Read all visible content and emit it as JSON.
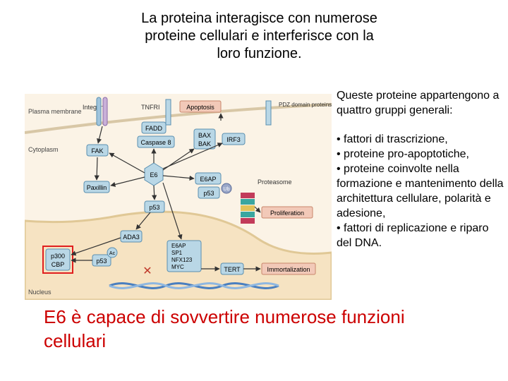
{
  "title": "La proteina interagisce con numerose proteine cellulari e interferisce con la loro funzione.",
  "side": {
    "intro": "Queste proteine appartengono a quattro gruppi generali:",
    "items": [
      "• fattori di trascrizione,",
      "• proteine pro-apoptotiche,",
      "• proteine coinvolte nella formazione e mantenimento  della architettura cellulare, polarità e adesione,",
      "• fattori di replicazione e riparo del DNA."
    ]
  },
  "bottom": "E6 è capace di sovvertire numerose funzioni  cellulari",
  "diagram": {
    "plasma_membrane": "Plasma membrane",
    "cytoplasm": "Cytoplasm",
    "nucleus": "Nucleus",
    "integrins": "Integrins",
    "tnfr1": "TNFRI",
    "pdz": "PDZ domain proteins",
    "apoptosis": "Apoptosis",
    "fadd": "FADD",
    "caspase8": "Caspase 8",
    "bax": "BAX",
    "bak": "BAK",
    "irf3": "IRF3",
    "fak": "FAK",
    "e6": "E6",
    "e6ap": "E6AP",
    "p53": "p53",
    "ub": "Ub",
    "proteasome": "Proteasome",
    "paxillin": "Paxillin",
    "proliferation": "Proliferation",
    "ada3": "ADA3",
    "p300": "p300",
    "cbp": "CBP",
    "ac": "Ac",
    "nucleus_p53": "p53",
    "nuc_targets": [
      "E6AP",
      "SP1",
      "NFX123",
      "MYC"
    ],
    "tert": "TERT",
    "immortalization": "Immortalization"
  },
  "colors": {
    "title_text": "#000000",
    "accent_red": "#cc0000",
    "box_fill": "#b9d7e6",
    "box_stroke": "#5a8fb0",
    "outcome_fill": "#f2c9b8",
    "outcome_stroke": "#c8866b",
    "cytoplasm_bg": "#fbf0dc",
    "nucleus_bg": "#f8e6c4"
  }
}
